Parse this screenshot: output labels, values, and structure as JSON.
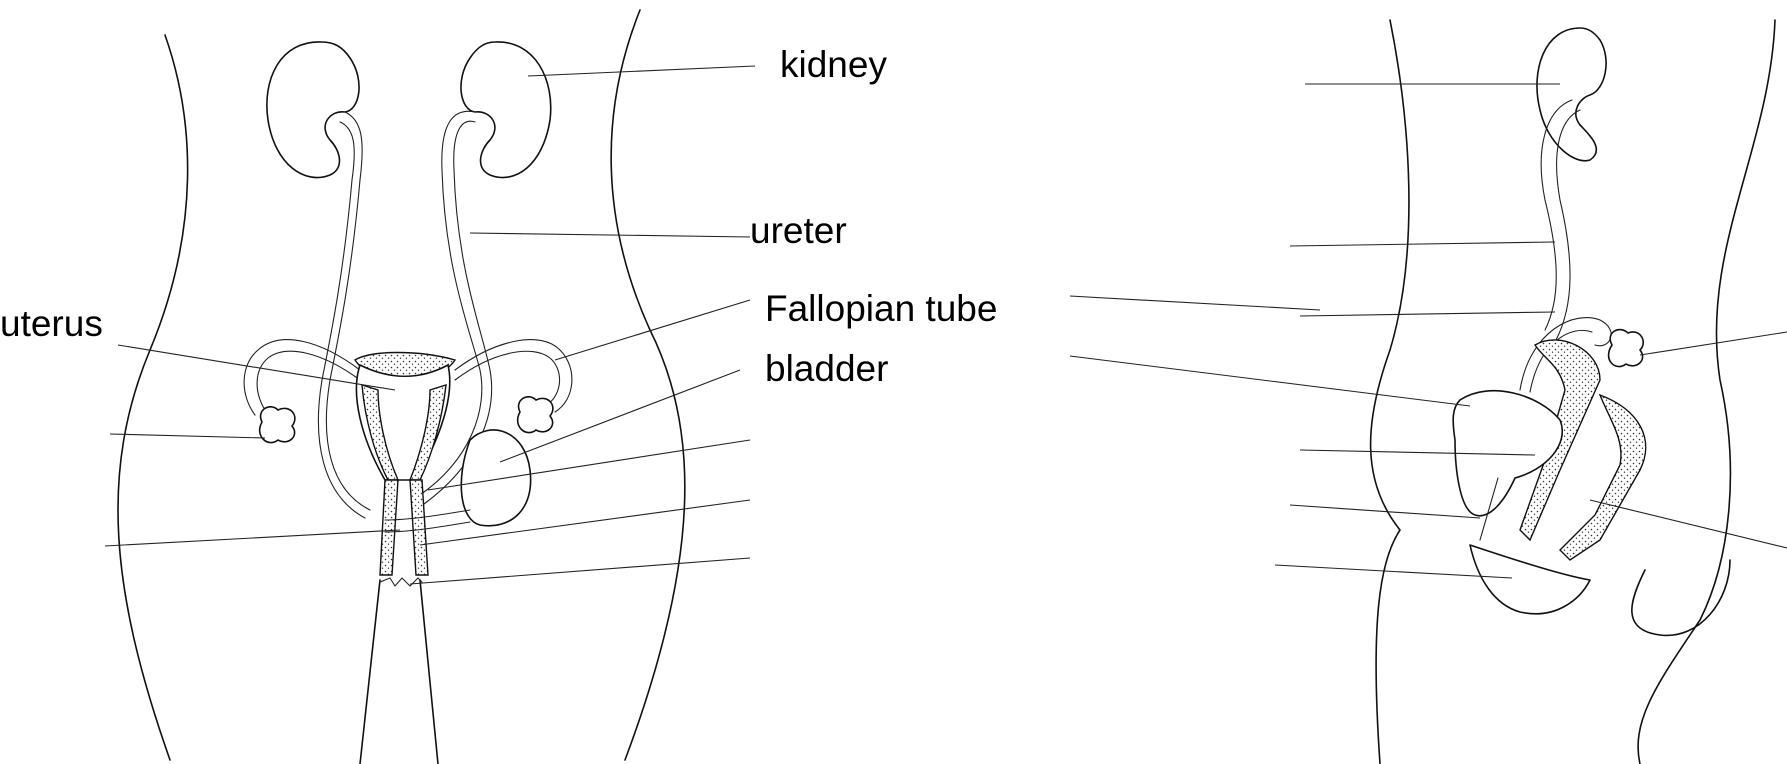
{
  "labels": {
    "kidney": "kidney",
    "ureter": "ureter",
    "uterus": "uterus",
    "fallopian_tube": "Fallopian tube",
    "bladder": "bladder"
  }
}
